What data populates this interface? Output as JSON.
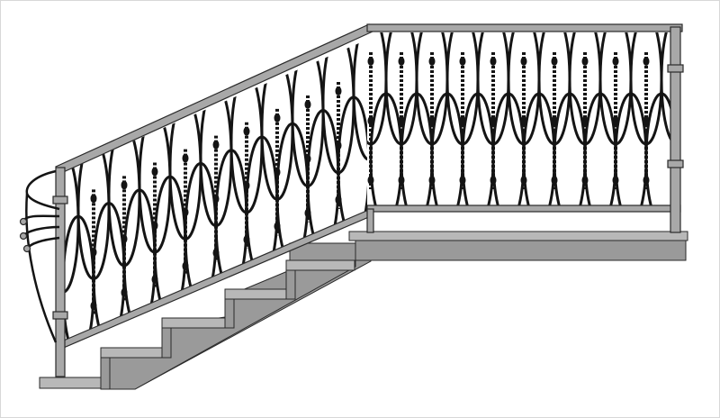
{
  "drawing": {
    "subject": "wrought-iron-stair-railing",
    "colors": {
      "background": "#ffffff",
      "metal_fill": "#a8a8a8",
      "metal_stroke": "#2a2a2a",
      "stair_side": "#9a9a9a",
      "tread_top": "#b8b8b8",
      "ironwork": "#141414"
    },
    "icons": [
      "railing-frame",
      "oval-loop-pattern",
      "twisted-baluster",
      "stair-flight",
      "landing"
    ]
  }
}
